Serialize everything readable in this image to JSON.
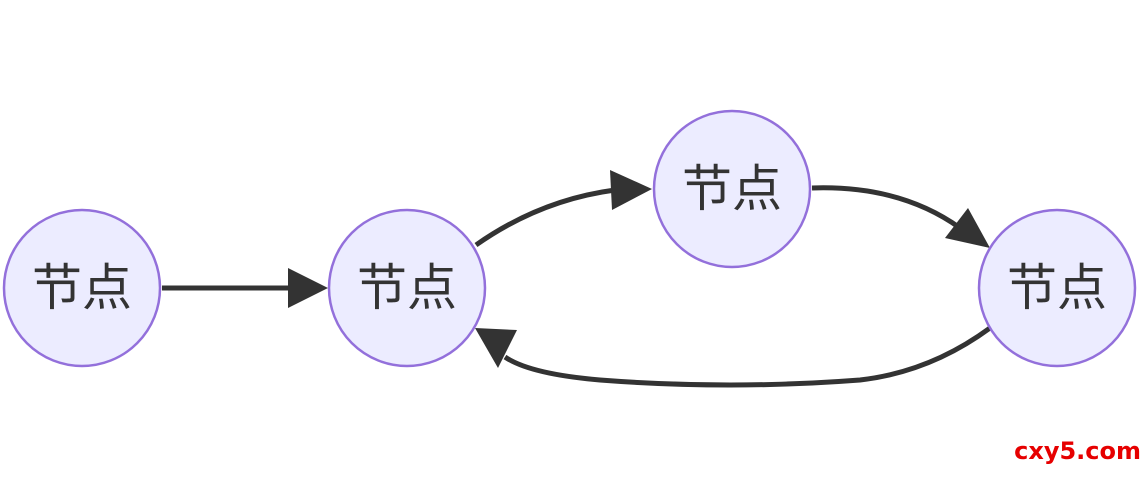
{
  "nodes": [
    {
      "id": "n1",
      "label": "节点"
    },
    {
      "id": "n2",
      "label": "节点"
    },
    {
      "id": "n3",
      "label": "节点"
    },
    {
      "id": "n4",
      "label": "节点"
    }
  ],
  "edges": [
    {
      "from": "n1",
      "to": "n2"
    },
    {
      "from": "n2",
      "to": "n3"
    },
    {
      "from": "n3",
      "to": "n4"
    },
    {
      "from": "n4",
      "to": "n2"
    }
  ],
  "colors": {
    "node_fill": "#ececff",
    "node_stroke": "#9370db",
    "edge": "#333333",
    "text": "#333333",
    "watermark": "#e60000"
  },
  "watermark": "cxy5.com"
}
